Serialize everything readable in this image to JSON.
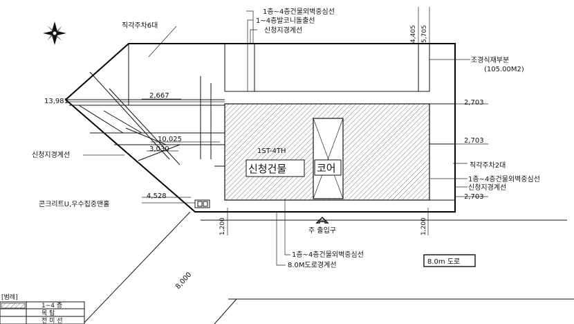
{
  "labels": {
    "centerline_1to4_top": "1층~4층건물외벽중심선",
    "balcony_line": "1~4층발코니돌출선",
    "boundary_top": "신청지경계선",
    "parking_6": "직각주차6대",
    "landscape": "조경식재부분",
    "landscape_area": "(105.00M2)",
    "boundary_left": "신청지경계선",
    "concrete": "콘크리트U,우수집중맨홀",
    "floors": "1ST-4TH",
    "building": "신청건물",
    "core": "코어",
    "parking_2": "직각주차2대",
    "centerline_right": "1층~4층건물외벽중심선",
    "boundary_right": "신청지경계선",
    "main_entrance": "주 출입구",
    "centerline_bottom": "1층~4층건물외벽중심선",
    "road_boundary": "8.0M도로경계선",
    "road": "8.0m 도로"
  },
  "dimensions": {
    "d4405": "4,405",
    "d5705": "5,705",
    "d13981": "13,981",
    "d2667": "2,667",
    "d10025": "10,025",
    "d3030": "3,030",
    "d4528": "4,528",
    "d2703a": "2,703",
    "d2703b": "2,703",
    "d2703c": "2,703",
    "d1200a": "1,200",
    "d1200b": "1,200",
    "d8000": "8,000"
  },
  "legend": {
    "title": "[범례]",
    "rows": [
      "1~4 층",
      "목 탑",
      "전 미 선"
    ]
  }
}
